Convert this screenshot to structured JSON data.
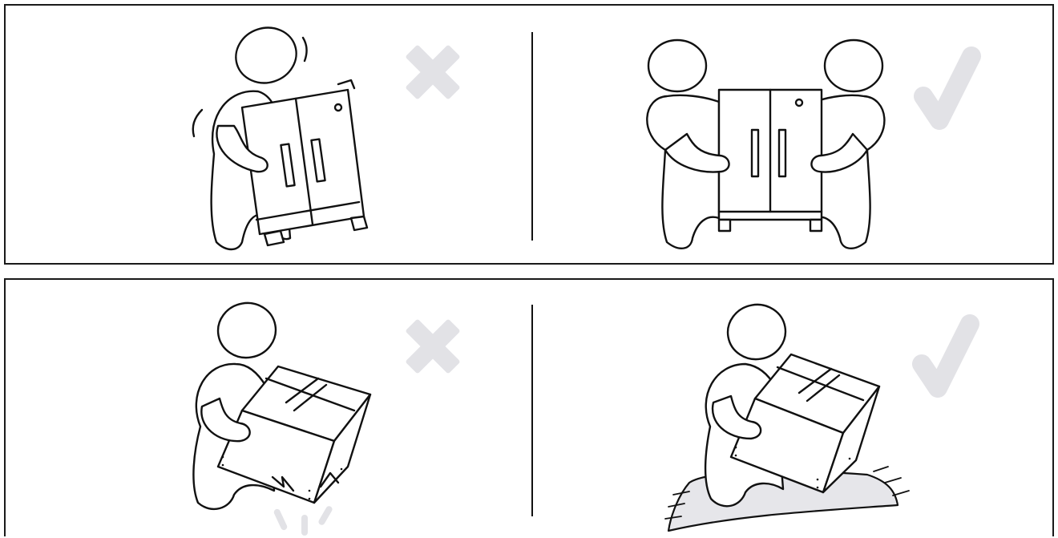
{
  "panels": [
    {
      "id": "top",
      "subject": "cabinet",
      "left": {
        "verdict": "incorrect",
        "people": 1,
        "icon": "cross-icon"
      },
      "right": {
        "verdict": "correct",
        "people": 2,
        "icon": "check-icon"
      }
    },
    {
      "id": "bottom",
      "subject": "box",
      "left": {
        "verdict": "incorrect",
        "surface": "hard-floor",
        "icon": "cross-icon"
      },
      "right": {
        "verdict": "correct",
        "surface": "soft-mat",
        "icon": "check-icon"
      }
    }
  ],
  "colors": {
    "line": "#111111",
    "mark": "#e2e2e6",
    "mat": "#e6e6ea",
    "background": "#ffffff"
  }
}
